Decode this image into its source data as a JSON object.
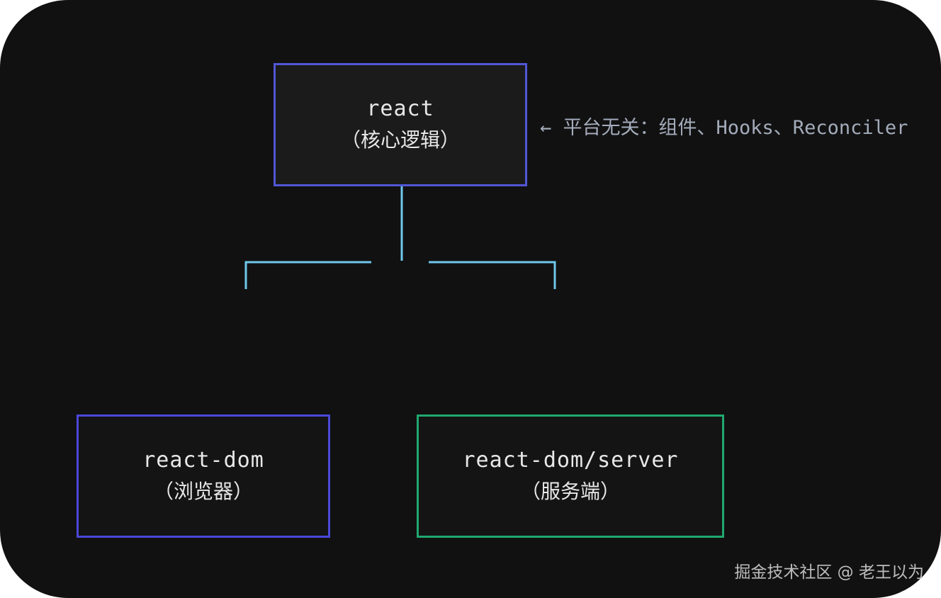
{
  "nodes": {
    "core": {
      "title": "react",
      "subtitle": "（核心逻辑）"
    },
    "dom": {
      "title": "react-dom",
      "subtitle": "（浏览器）"
    },
    "server": {
      "title": "react-dom/server",
      "subtitle": "（服务端）"
    }
  },
  "annotation": {
    "arrow": "←",
    "text": "平台无关：组件、Hooks、Reconciler"
  },
  "watermark": "掘金技术社区 @ 老王以为",
  "colors": {
    "background": "#111111",
    "core_border": "#5157d6",
    "dom_border": "#4a48d8",
    "server_border": "#1fa86f",
    "connector": "#6fc8ec",
    "annotation_text": "#a4acbb"
  }
}
